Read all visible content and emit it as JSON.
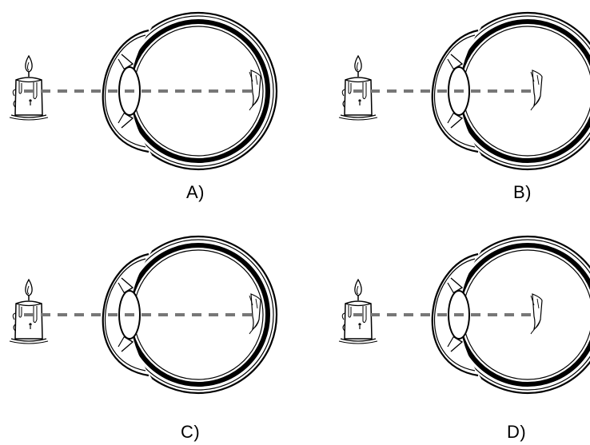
{
  "diagram": {
    "panels": [
      {
        "id": "A",
        "label": "A)",
        "image_focus": "on-retina"
      },
      {
        "id": "B",
        "label": "B)",
        "image_focus": "in-front-of-retina"
      },
      {
        "id": "C",
        "label": "C)",
        "image_focus": "on-retina"
      },
      {
        "id": "D",
        "label": "D)",
        "image_focus": "in-front-of-retina"
      }
    ],
    "colors": {
      "line": "#000000",
      "ray": "#777777",
      "background": "#ffffff"
    }
  }
}
